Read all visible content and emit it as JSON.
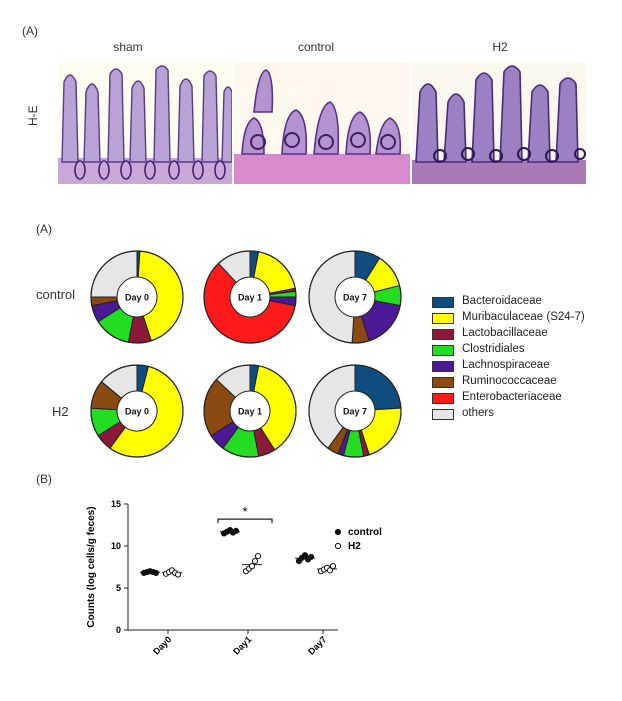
{
  "panel_a_top": {
    "panel_label": "(A)",
    "row_label": "H-E",
    "columns": [
      "sham",
      "control",
      "H2"
    ]
  },
  "chart_data": [
    {
      "type": "pie",
      "panel_label": "(A)",
      "row_labels": [
        "control",
        "H2"
      ],
      "categories": [
        "Bacteroidaceae",
        "Muribaculaceae (S24-7)",
        "Lactobacillaceae",
        "Clostridiales",
        "Lachnospiraceae",
        "Ruminococcaceae",
        "Enterobacteriaceae",
        "others"
      ],
      "colors": [
        "#0f4c7f",
        "#ffff00",
        "#8b1a3a",
        "#22dd22",
        "#4b1896",
        "#8b4a12",
        "#ff1a1a",
        "#e6e6e6"
      ],
      "charts": [
        {
          "row": "control",
          "label": "Day 0",
          "values": [
            1,
            44,
            8,
            13,
            6,
            3,
            0,
            25
          ]
        },
        {
          "row": "control",
          "label": "Day 1",
          "values": [
            3,
            19,
            1,
            2,
            3,
            0,
            60,
            12
          ]
        },
        {
          "row": "control",
          "label": "Day 7",
          "values": [
            9,
            12,
            0,
            7,
            17,
            6,
            0,
            49
          ]
        },
        {
          "row": "H2",
          "label": "Day 0",
          "values": [
            4,
            56,
            6,
            10,
            0,
            10,
            0,
            14
          ]
        },
        {
          "row": "H2",
          "label": "Day 1",
          "values": [
            3,
            38,
            6,
            13,
            6,
            21,
            0,
            13
          ]
        },
        {
          "row": "H2",
          "label": "Day 7",
          "values": [
            24,
            21,
            2,
            7,
            2,
            4,
            0,
            40
          ]
        }
      ]
    },
    {
      "type": "scatter",
      "panel_label": "(B)",
      "ylabel": "Counts (log  cells/g feces)",
      "categories": [
        "Day0",
        "Day1",
        "Day7"
      ],
      "yticks": [
        0,
        5,
        10,
        15
      ],
      "ylim": [
        0,
        15
      ],
      "significance": {
        "between": "Day1",
        "mark": "*"
      },
      "series": [
        {
          "name": "control",
          "marker": "filled",
          "values": [
            [
              6.8,
              6.9,
              7.0,
              6.9,
              6.8
            ],
            [
              11.5,
              11.7,
              11.9,
              11.6,
              11.8
            ],
            [
              8.2,
              8.6,
              8.9,
              8.4,
              8.7
            ]
          ]
        },
        {
          "name": "H2",
          "marker": "open",
          "values": [
            [
              6.7,
              6.9,
              7.1,
              6.8,
              6.6
            ],
            [
              7.0,
              7.3,
              7.6,
              8.2,
              8.8
            ],
            [
              7.0,
              7.2,
              7.4,
              7.1,
              7.6
            ]
          ]
        }
      ]
    }
  ]
}
